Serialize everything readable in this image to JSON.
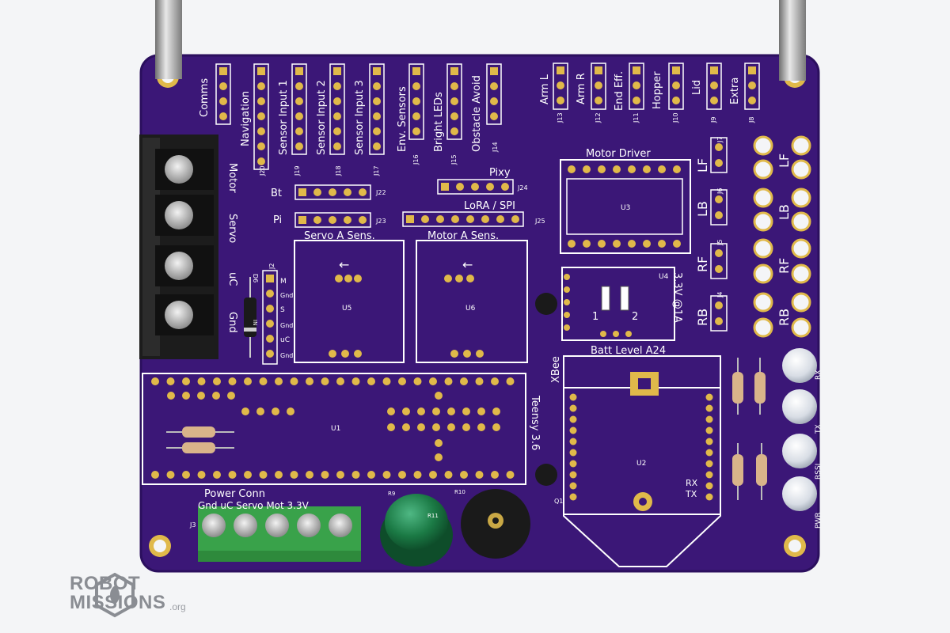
{
  "board": {
    "top_headers": [
      "Comms",
      "Navigation",
      "Sensor Input 1",
      "Sensor Input 2",
      "Sensor Input 3",
      "Env. Sensors",
      "Bright LEDs",
      "Obstacle Avoid"
    ],
    "top_header_refs": [
      "J20",
      "J19",
      "J18",
      "J17",
      "J16",
      "J15",
      "J14"
    ],
    "right_headers": [
      "Arm L",
      "Arm R",
      "End Eff.",
      "Hopper",
      "Lid",
      "Extra"
    ],
    "right_header_refs": [
      "J13",
      "J12",
      "J11",
      "J10",
      "J9",
      "J8"
    ],
    "motor_labels": [
      "LF",
      "LB",
      "RF",
      "RB"
    ],
    "motor_refs": [
      "J7",
      "J6",
      "J5",
      "J4"
    ],
    "terminal_labels": [
      "Motor",
      "Servo",
      "uC",
      "Gnd"
    ],
    "bt_label": "Bt",
    "bt_ref": "J22",
    "pi_label": "Pi",
    "pi_ref": "J23",
    "pixy_label": "Pixy",
    "pixy_ref": "J24",
    "lora_label": "LoRA / SPI",
    "lora_ref": "J25",
    "motor_driver_label": "Motor Driver",
    "motor_driver_ref": "U3",
    "servo_sense_label": "Servo A Sens.",
    "servo_sense_ref": "U5",
    "motor_sense_label": "Motor A Sens.",
    "motor_sense_ref": "U6",
    "regulator_label": "3.3V @1A",
    "regulator_ref": "U4",
    "regulator_pins": [
      "1",
      "2"
    ],
    "batt_label": "Batt Level A24",
    "xbee_label": "XBee",
    "xbee_ref": "U2",
    "xbee_pins": [
      "RX",
      "TX"
    ],
    "teensy_label": "Teensy 3.6",
    "teensy_ref": "U1",
    "diode_ref": "D6",
    "diode_mark": "IN",
    "side_header_ref": "J2",
    "side_header_pins": [
      "M",
      "Gnd",
      "S",
      "Gnd",
      "uC",
      "Gnd"
    ],
    "power_conn_label": "Power Conn",
    "power_pins": "Gnd uC Servo Mot 3.3V",
    "power_ref": "J3",
    "transistor_ref": "Q1",
    "resistor_refs": [
      "R9",
      "R10",
      "R11"
    ],
    "led_labels": [
      "RX",
      "TX",
      "RSSI",
      "PWR"
    ]
  },
  "logo": {
    "line1": "ROBOT",
    "line2": "MISSIONS",
    "suffix": ".org"
  },
  "colors": {
    "pcb": "#3b1777",
    "pcb_edge": "#2b0f5e",
    "silk": "#ffffff",
    "gold": "#e0b94a",
    "background": "#f4f5f7",
    "terminal_block": "#1c1c1c",
    "terminal_green": "#39a24a",
    "led_green": "#1b7a45",
    "buzzer": "#1a1a1a",
    "logo_gray": "#8a8d93"
  }
}
